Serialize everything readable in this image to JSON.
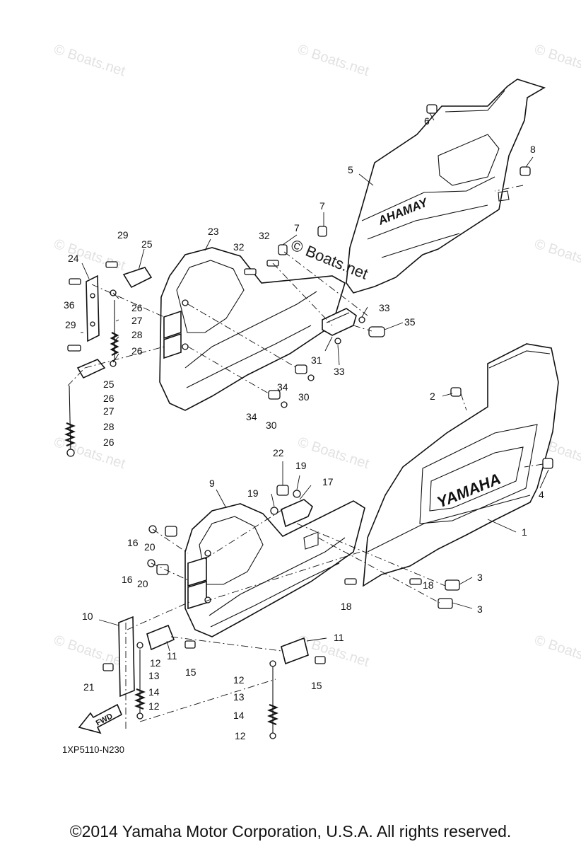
{
  "diagram": {
    "drawing_code": "1XP5110-N230",
    "brand_panel_lower": "YAMAHA",
    "brand_panel_upper": "AHAMAY",
    "fwd_label": "FWD",
    "watermark": "© Boats.net",
    "copyright": "©2014 Yamaha Motor Corporation, U.S.A. All rights reserved."
  },
  "callouts": [
    "1",
    "2",
    "3",
    "3",
    "4",
    "5",
    "6",
    "7",
    "7",
    "8",
    "9",
    "10",
    "11",
    "11",
    "12",
    "12",
    "12",
    "12",
    "13",
    "13",
    "14",
    "14",
    "15",
    "15",
    "16",
    "16",
    "17",
    "18",
    "18",
    "19",
    "19",
    "20",
    "20",
    "21",
    "22",
    "23",
    "24",
    "25",
    "25",
    "26",
    "26",
    "26",
    "26",
    "27",
    "27",
    "28",
    "28",
    "29",
    "29",
    "30",
    "30",
    "31",
    "32",
    "32",
    "33",
    "33",
    "34",
    "34",
    "35",
    "36"
  ]
}
